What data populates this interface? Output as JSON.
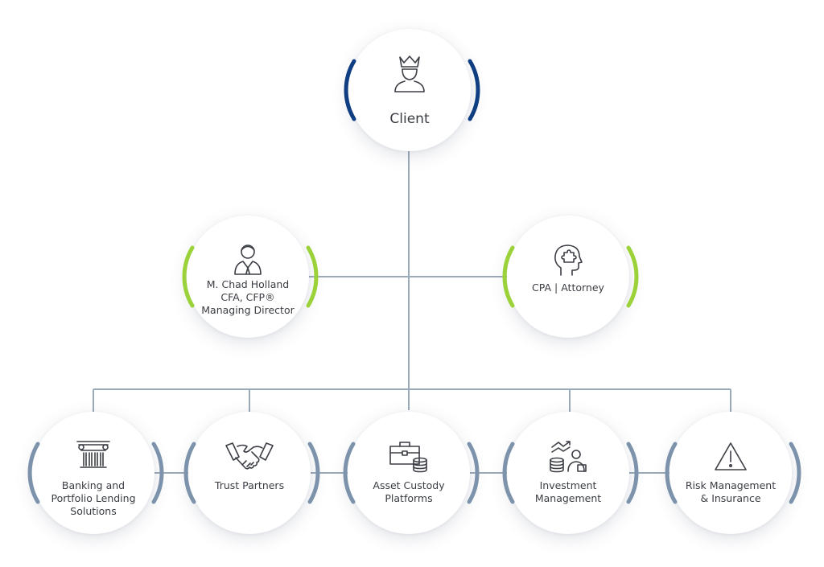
{
  "colors": {
    "connector": "#9aaab9",
    "client_arc": "#0f3e82",
    "advisor_arc": "#9bd23a",
    "service_arc": "#7d93ac"
  },
  "client": {
    "label": "Client",
    "icon": "crowned-person-icon"
  },
  "advisors": [
    {
      "id": "holland",
      "lines": [
        "M. Chad Holland",
        "CFA, CFP®",
        "Managing Director"
      ],
      "icon": "advisor-person-icon"
    },
    {
      "id": "cpa",
      "lines": [
        "CPA | Attorney"
      ],
      "icon": "head-puzzle-icon"
    }
  ],
  "services": [
    {
      "id": "banking",
      "lines": [
        "Banking and",
        "Portfolio Lending",
        "Solutions"
      ],
      "icon": "bank-columns-icon"
    },
    {
      "id": "trust",
      "lines": [
        "Trust Partners"
      ],
      "icon": "handshake-icon"
    },
    {
      "id": "custody",
      "lines": [
        "Asset Custody",
        "Platforms"
      ],
      "icon": "briefcase-coins-icon"
    },
    {
      "id": "investment",
      "lines": [
        "Investment",
        "Management"
      ],
      "icon": "investor-chart-icon"
    },
    {
      "id": "risk",
      "lines": [
        "Risk Management",
        "& Insurance"
      ],
      "icon": "warning-triangle-icon"
    }
  ]
}
